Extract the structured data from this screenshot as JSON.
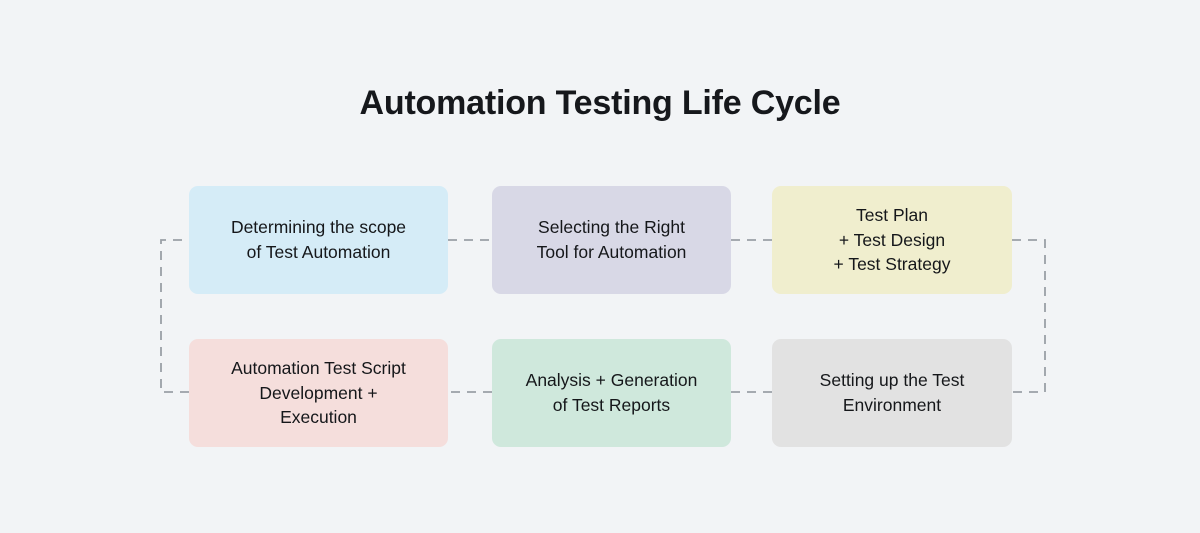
{
  "diagram": {
    "title": "Automation Testing Life Cycle",
    "type": "process-flow",
    "background_color": "#f2f4f6",
    "connector_color": "#9aa0a6",
    "connector_style": "dashed",
    "stages": [
      {
        "order": 1,
        "label": "Determining the scope\nof Test Automation",
        "color": "#d5ecf7",
        "row": 1,
        "column": 1
      },
      {
        "order": 2,
        "label": "Selecting the Right\nTool for Automation",
        "color": "#d8d8e6",
        "row": 1,
        "column": 2
      },
      {
        "order": 3,
        "label": "Test Plan\n+ Test Design\n+ Test Strategy",
        "color": "#f0eece",
        "row": 1,
        "column": 3
      },
      {
        "order": 4,
        "label": "Setting up the Test\nEnvironment",
        "color": "#e2e2e2",
        "row": 2,
        "column": 3
      },
      {
        "order": 5,
        "label": "Analysis + Generation\nof Test Reports",
        "color": "#cfe8dc",
        "row": 2,
        "column": 2
      },
      {
        "order": 6,
        "label": "Automation Test Script\nDevelopment +\nExecution",
        "color": "#f5dedc",
        "row": 2,
        "column": 1
      }
    ]
  }
}
